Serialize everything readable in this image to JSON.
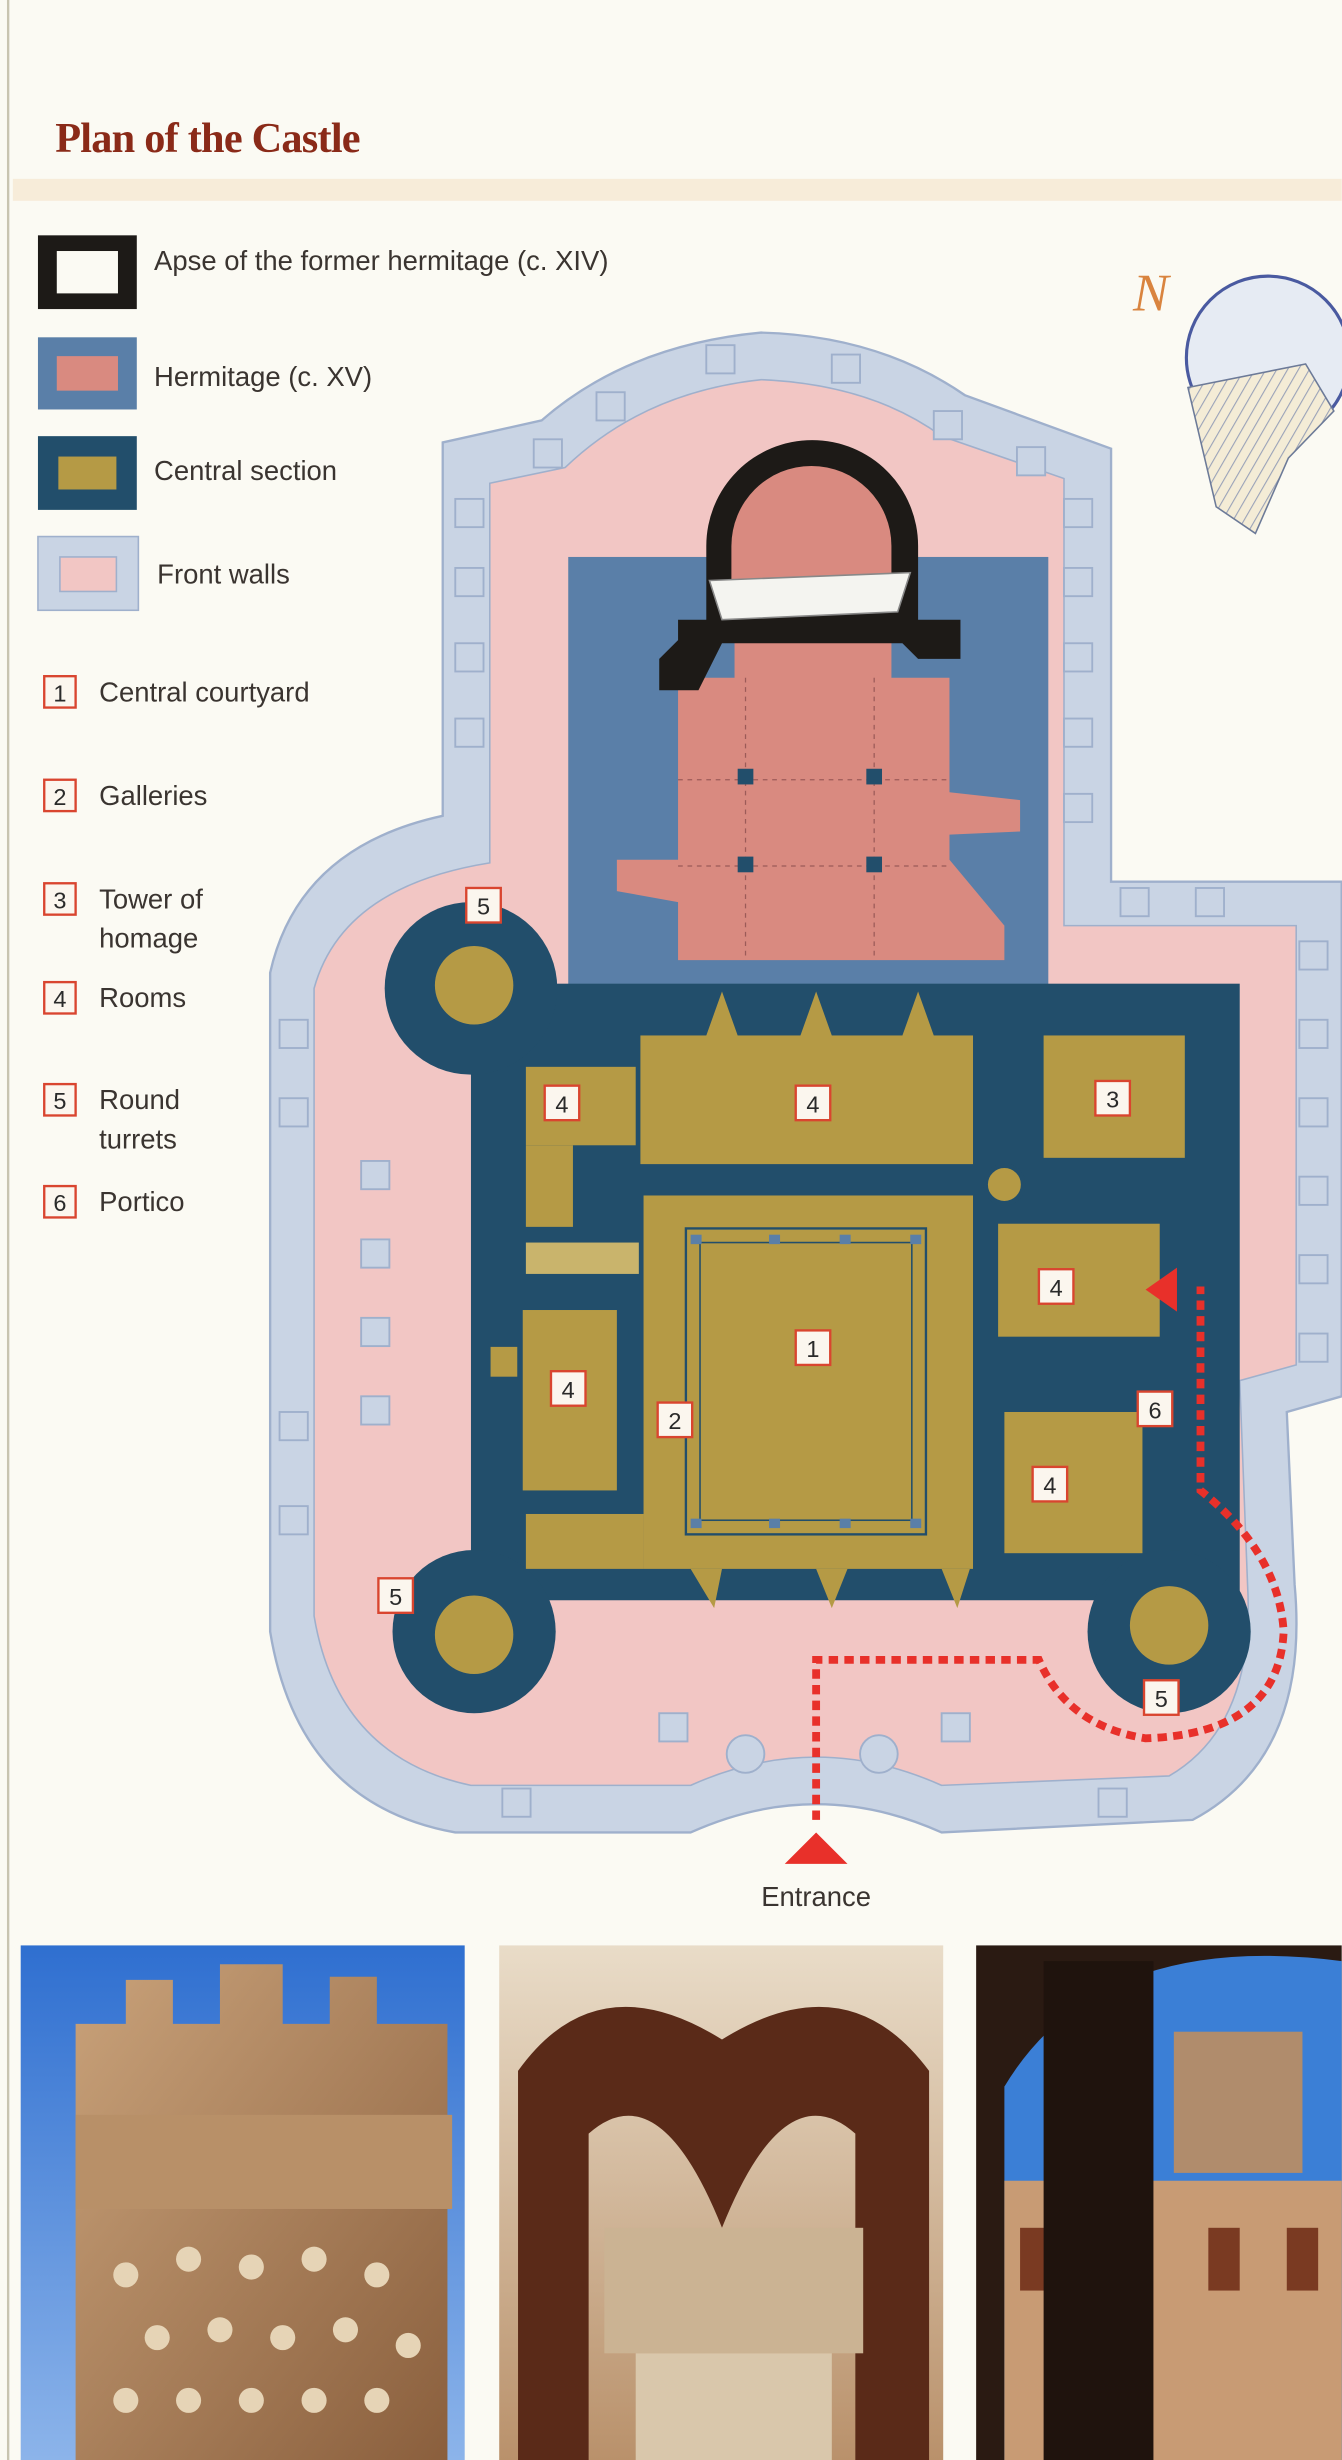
{
  "title": "Plan of the Castle",
  "colors": {
    "title": "#8a2a18",
    "apse": "#1d1a17",
    "hermitage_outer": "#5a7fa8",
    "hermitage_inner": "#d98a80",
    "central_outer": "#224e6b",
    "central_inner": "#b59a45",
    "walls_outer": "#c9d4e4",
    "walls_inner": "#f2c6c4",
    "route": "#e8302a"
  },
  "legend": [
    {
      "label": "Apse of the former hermitage (c. XIV)"
    },
    {
      "label": "Hermitage (c. XV)"
    },
    {
      "label": "Central section"
    },
    {
      "label": "Front walls"
    }
  ],
  "key": [
    {
      "num": "1",
      "line1": "Central courtyard",
      "line2": ""
    },
    {
      "num": "2",
      "line1": "Galleries",
      "line2": ""
    },
    {
      "num": "3",
      "line1": "Tower of",
      "line2": "homage"
    },
    {
      "num": "4",
      "line1": "Rooms",
      "line2": ""
    },
    {
      "num": "5",
      "line1": "Round",
      "line2": "turrets"
    },
    {
      "num": "6",
      "line1": "Portico",
      "line2": ""
    }
  ],
  "compass": {
    "letter": "N",
    "icon": "north-compass-icon"
  },
  "plan_labels": [
    "5",
    "4",
    "4",
    "3",
    "4",
    "1",
    "4",
    "2",
    "6",
    "4",
    "5",
    "5"
  ],
  "entrance": "Entrance"
}
